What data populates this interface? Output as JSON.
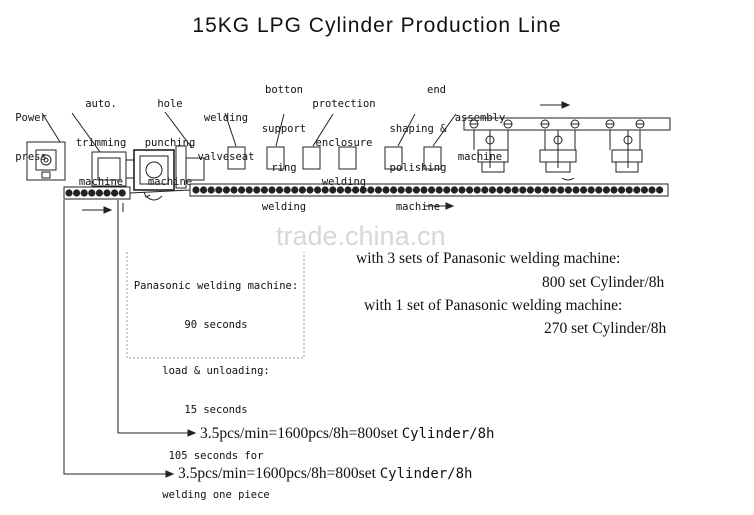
{
  "title": "15KG LPG Cylinder Production Line",
  "stations": [
    {
      "id": "power-press",
      "lines": [
        "Power",
        "press"
      ]
    },
    {
      "id": "auto-trimming",
      "lines": [
        "auto.",
        "trimming",
        "machine"
      ]
    },
    {
      "id": "hole-punching",
      "lines": [
        "hole",
        "punching",
        "machine"
      ]
    },
    {
      "id": "welding-valveseat",
      "lines": [
        "welding",
        "valveseat"
      ]
    },
    {
      "id": "bottom-support",
      "lines": [
        "botton",
        "support",
        "ring",
        "welding"
      ]
    },
    {
      "id": "protection-enclosure",
      "lines": [
        "protection",
        "enclosure",
        "welding"
      ]
    },
    {
      "id": "end-shaping",
      "lines": [
        "end",
        "shaping &",
        "polishing",
        "machine"
      ]
    },
    {
      "id": "assembly",
      "lines": [
        "assembly",
        "machine"
      ]
    }
  ],
  "panasonic_note": [
    "Panasonic welding machine:",
    "90 seconds",
    "load & unloading:",
    "15 seconds",
    "105 seconds for",
    "welding one piece"
  ],
  "capacity": {
    "three_sets": "with 3 sets of Panasonic welding machine:",
    "three_sets_value": "800 set Cylinder/8h",
    "one_set": "with 1 set of Panasonic welding machine:",
    "one_set_value": "270 set Cylinder/8h"
  },
  "rate_lines": [
    {
      "main": "3.5pcs/min=1600pcs/8h=800set ",
      "unit": "Cylinder/8h"
    },
    {
      "main": "3.5pcs/min=1600pcs/8h=800set ",
      "unit": "Cylinder/8h"
    }
  ],
  "watermark": "trade.china.cn"
}
